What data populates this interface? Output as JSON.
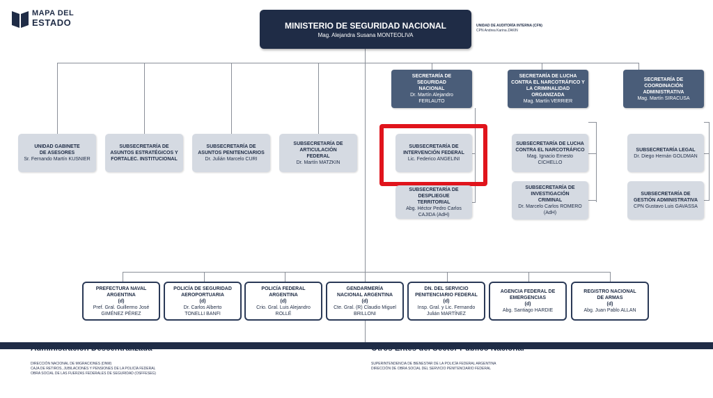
{
  "logo": {
    "line1": "MAPA DEL",
    "line2": "ESTADO"
  },
  "ministry": {
    "title": "MINISTERIO DE SEGURIDAD NACIONAL",
    "name": "Mag. Alejandra Susana MONTEOLIVA"
  },
  "audit": {
    "title": "UNIDAD DE AUDITORÍA INTERNA (CFN)",
    "name": "CPN Andrea Karina ZAKIN"
  },
  "left_units": [
    {
      "title": "UNIDAD GABINETE DE ASESORES",
      "name": "Sr. Fernando Martín KUSNIER"
    },
    {
      "title": "SUBSECRETARÍA DE ASUNTOS ESTRATÉGICOS Y FORTALEC. INSTITUCIONAL",
      "name": ""
    },
    {
      "title": "SUBSECRETARÍA DE ASUNTOS PENITENCIARIOS",
      "name": "Dr. Julián Marcelo CURI"
    },
    {
      "title": "SUBSECRETARÍA DE ARTICULACIÓN FEDERAL",
      "name": "Dr. Martín MATZKIN"
    }
  ],
  "secretariats": [
    {
      "title": "SECRETARÍA DE SEGURIDAD NACIONAL",
      "name": "Dr. Martín Alejandro FERLAUTO"
    },
    {
      "title": "SECRETARÍA DE LUCHA CONTRA EL NARCOTRÁFICO Y LA CRIMINALIDAD ORGANIZADA",
      "name": "Mag. Martín VERRIER"
    },
    {
      "title": "SECRETARÍA DE COORDINACIÓN ADMINISTRATIVA",
      "name": "Mag. Martín SIRACUSA"
    }
  ],
  "sub_seguridad": [
    {
      "title": "SUBSECRETARÍA DE INTERVENCIÓN FEDERAL",
      "name": "Lic. Federico ANGELINI"
    },
    {
      "title": "SUBSECRETARÍA DE DESPLIEGUE TERRITORIAL",
      "name": "Abg. Héctor Pedro Carlos CAJIDA (AdH)"
    }
  ],
  "sub_narco": [
    {
      "title": "SUBSECRETARÍA DE LUCHA CONTRA EL NARCOTRÁFICO",
      "name": "Mag. Ignacio Ernesto CICHELLO"
    },
    {
      "title": "SUBSECRETARÍA DE INVESTIGACIÓN CRIMINAL",
      "name": "Dr. Marcelo Carlos ROMERO (AdH)"
    }
  ],
  "sub_coord": [
    {
      "title": "SUBSECRETARÍA LEGAL",
      "name": "Dr. Diego Hernán GOLDMAN"
    },
    {
      "title": "SUBSECRETARÍA DE GESTIÓN ADMINISTRATIVA",
      "name": "CPN Gustavo Luis GAVASSA"
    }
  ],
  "entities": [
    {
      "title": "PREFECTURA NAVAL ARGENTINA",
      "d": "(d)",
      "name": "Pref. Gral. Guillermo José GIMÉNEZ PÉREZ"
    },
    {
      "title": "POLICÍA DE SEGURIDAD AEROPORTUARIA",
      "d": "(d)",
      "name": "Dr. Carlos Alberto TONELLI BANFI"
    },
    {
      "title": "POLICÍA FEDERAL ARGENTINA",
      "d": "(d)",
      "name": "Crio. Gral. Luis Alejandro ROLLÉ"
    },
    {
      "title": "GENDARMERÍA NACIONAL ARGENTINA",
      "d": "(d)",
      "name": "Cte. Gral. (R) Claudio Miguel BRILLONI"
    },
    {
      "title": "DN. DEL SERVICIO PENITENCIARIO FEDERAL",
      "d": "(d)",
      "name": "Insp. Gral. y Lic. Fernando Julián MARTÍNEZ"
    },
    {
      "title": "AGENCIA FEDERAL DE EMERGENCIAS",
      "d": "(d)",
      "name": "Abg. Santiago HARDIE"
    },
    {
      "title": "REGISTRO NACIONAL DE ARMAS",
      "d": "(d)",
      "name": "Abg. Juan Pablo ALLAN"
    }
  ],
  "footer": {
    "left_heading": "Administración Descentralizada",
    "right_heading": "Otros Entes del Sector Público Nacional",
    "left_items": [
      "DIRECCIÓN NACIONAL DE MIGRACIONES (DNM)",
      "CAJA DE RETIROS, JUBILACIONES Y PENSIONES DE LA POLICÍA FEDERAL",
      "OBRA SOCIAL DE LAS FUERZAS FEDERALES DE SEGURIDAD (OSFFESEG)"
    ],
    "right_items": [
      "SUPERINTENDENCIA DE BIENESTAR DE LA POLICÍA FEDERAL ARGENTINA",
      "DIRECCIÓN DE OBRA SOCIAL DEL SERVICIO PENITENCIARIO FEDERAL"
    ]
  },
  "colors": {
    "dark": "#1f2c46",
    "mid": "#4a5d79",
    "light": "#d5dae2",
    "highlight": "#e0141c"
  }
}
